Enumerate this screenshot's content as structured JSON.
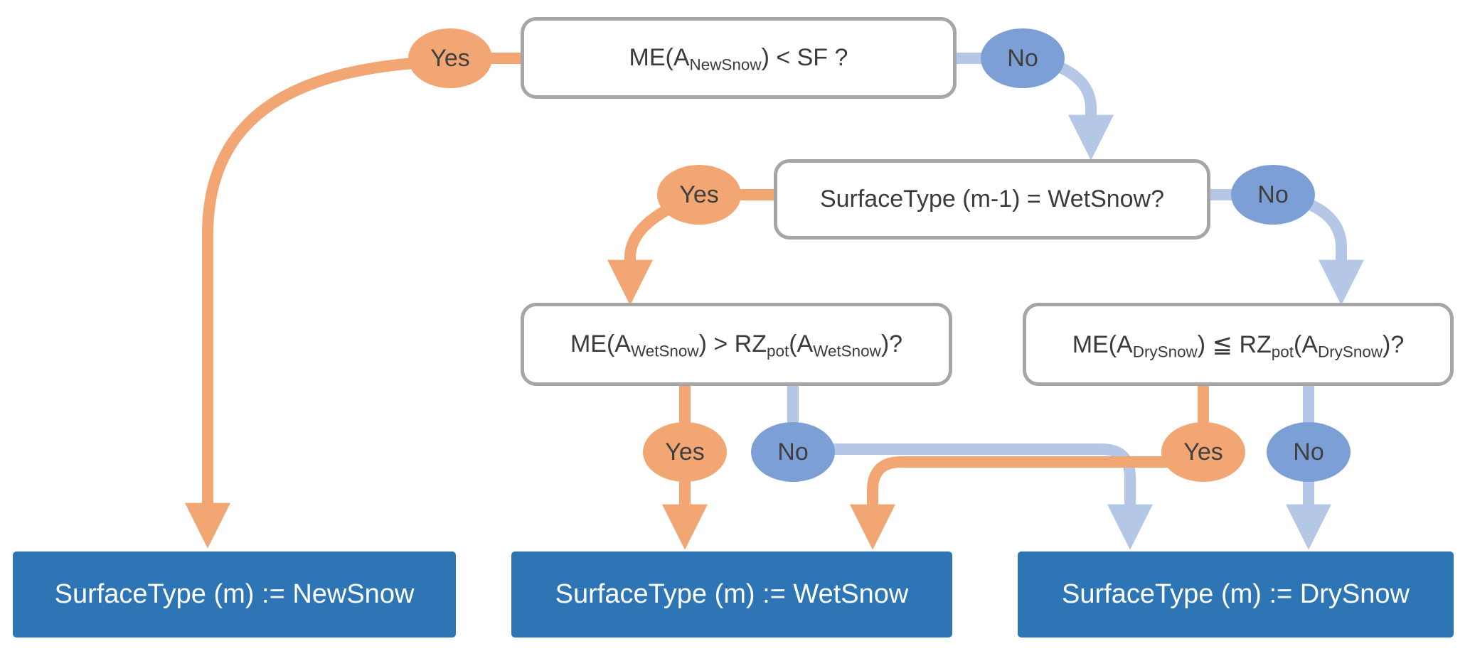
{
  "labels": {
    "yes": "Yes",
    "no": "No"
  },
  "questions": {
    "q1": {
      "p1": "ME(A",
      "s1": "NewSnow",
      "p2": ") < SF ?"
    },
    "q2": {
      "text": "SurfaceType (m-1) = WetSnow?"
    },
    "q3": {
      "p1": "ME(A",
      "s1": "WetSnow",
      "p2": ") > RZ",
      "s2": "pot",
      "p3": "(A",
      "s3": "WetSnow",
      "p4": ")?"
    },
    "q4": {
      "p1": "ME(A",
      "s1": "DrySnow",
      "p2": ") ≦ RZ",
      "s2": "pot",
      "p3": "(A",
      "s3": "DrySnow",
      "p4": ")?"
    }
  },
  "results": {
    "newsnow": "SurfaceType (m) := NewSnow",
    "wetsnow": "SurfaceType (m) := WetSnow",
    "drysnow": "SurfaceType (m) := DrySnow"
  },
  "colors": {
    "yes_fill": "#F2A673",
    "no_fill": "#7C9FD6",
    "arrow_orange": "#F2A673",
    "arrow_blue": "#B4C7E7",
    "result_fill": "#2E75B6",
    "box_border": "#A6A6A6",
    "question_text": "#3B3B3B",
    "result_text": "#FFFFFF"
  }
}
